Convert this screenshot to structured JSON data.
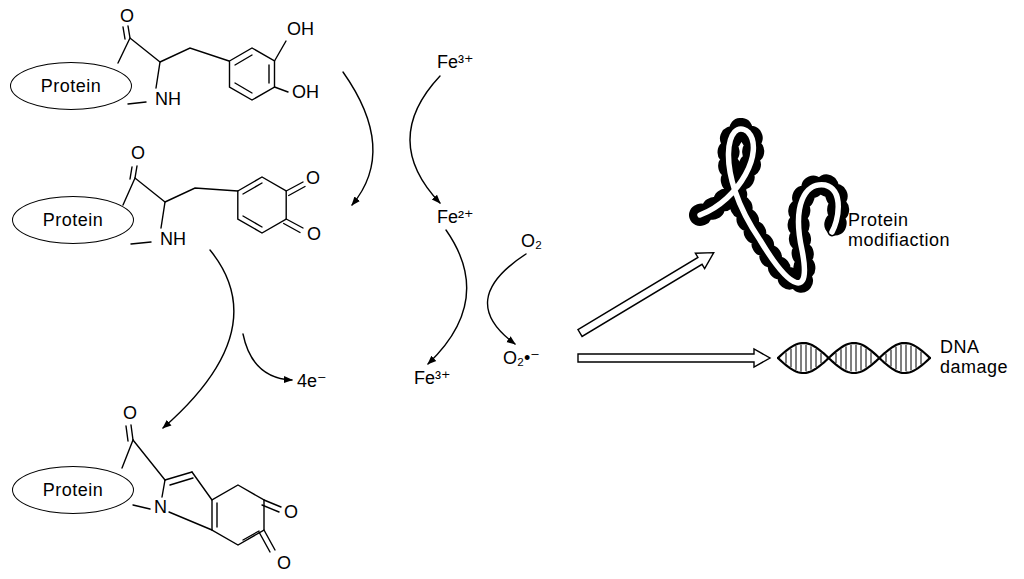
{
  "diagram": {
    "nodes": [
      {
        "text": [
          "Protein"
        ]
      },
      {
        "text": [
          "Protein"
        ]
      },
      {
        "text": [
          "Protein"
        ]
      }
    ],
    "labels": [
      "O",
      "OH",
      "OH",
      "NH",
      "O",
      "O",
      "O",
      "NH",
      "O",
      "N",
      "O",
      "O",
      "Fe³⁺",
      "Fe²⁺",
      "O₂",
      "O₂•⁻",
      "Fe³⁺",
      "4e⁻",
      "Protein modifiaction",
      "DNA damage"
    ]
  }
}
